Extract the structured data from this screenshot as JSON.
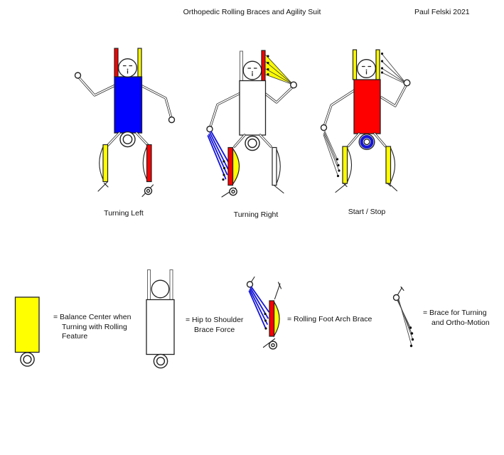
{
  "header": {
    "title": "Orthopedic Rolling Braces and Agility Suit",
    "author": "Paul Felski 2021"
  },
  "figures": [
    {
      "name": "turning-left",
      "label": "Turning Left"
    },
    {
      "name": "turning-right",
      "label": "Turning Right"
    },
    {
      "name": "start-stop",
      "label": "Start / Stop"
    }
  ],
  "legend": [
    {
      "icon": "balance-center-bar-icon",
      "lines": [
        "= Balance Center when",
        "Turning with Rolling",
        "Feature"
      ]
    },
    {
      "icon": "hip-to-shoulder-figure-icon",
      "lines": [
        "= Hip to Shoulder",
        "Brace Force"
      ]
    },
    {
      "icon": "rolling-foot-arch-brace-icon",
      "lines": [
        "= Rolling Foot Arch Brace"
      ]
    },
    {
      "icon": "turning-ortho-brace-icon",
      "lines": [
        "= Brace for Turning",
        "and Ortho-Motion"
      ]
    }
  ],
  "colors": {
    "blue": "#0000FE",
    "red": "#FE0000",
    "yellow": "#FFFF00",
    "brace": "#1616D6",
    "ink": "#222222"
  }
}
